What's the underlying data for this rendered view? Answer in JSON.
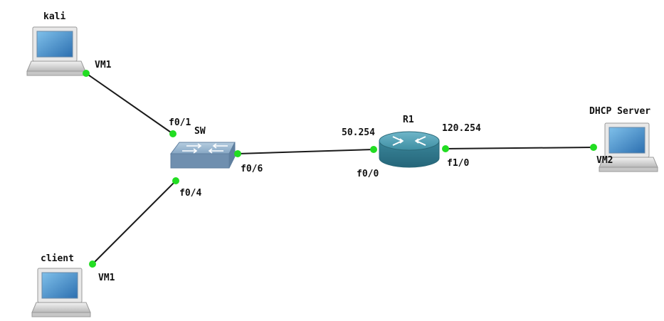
{
  "devices": {
    "kali": {
      "name": "kali",
      "type": "host",
      "icon": "computer-icon"
    },
    "client": {
      "name": "client",
      "type": "host",
      "icon": "computer-icon"
    },
    "dhcp": {
      "name": "DHCP Server",
      "type": "host",
      "icon": "computer-icon"
    },
    "switch": {
      "name": "SW",
      "type": "switch",
      "icon": "switch-icon"
    },
    "router": {
      "name": "R1",
      "type": "router",
      "icon": "router-icon"
    }
  },
  "links": [
    {
      "from": "kali",
      "from_port": "VM1",
      "to": "switch",
      "to_port": "f0/1"
    },
    {
      "from": "client",
      "from_port": "VM1",
      "to": "switch",
      "to_port": "f0/4"
    },
    {
      "from": "switch",
      "from_port": "f0/6",
      "to": "router",
      "to_port": "f0/0",
      "to_address": "50.254"
    },
    {
      "from": "router",
      "from_port": "f1/0",
      "from_address": "120.254",
      "to": "dhcp",
      "to_port": "VM2"
    }
  ],
  "style": {
    "link_color": "#1a1a1a",
    "port_dot_color": "#22dd22",
    "router_color": "#3f8fa3",
    "switch_color": "#7f9fbc",
    "screen_color": "#3a7fc0"
  }
}
